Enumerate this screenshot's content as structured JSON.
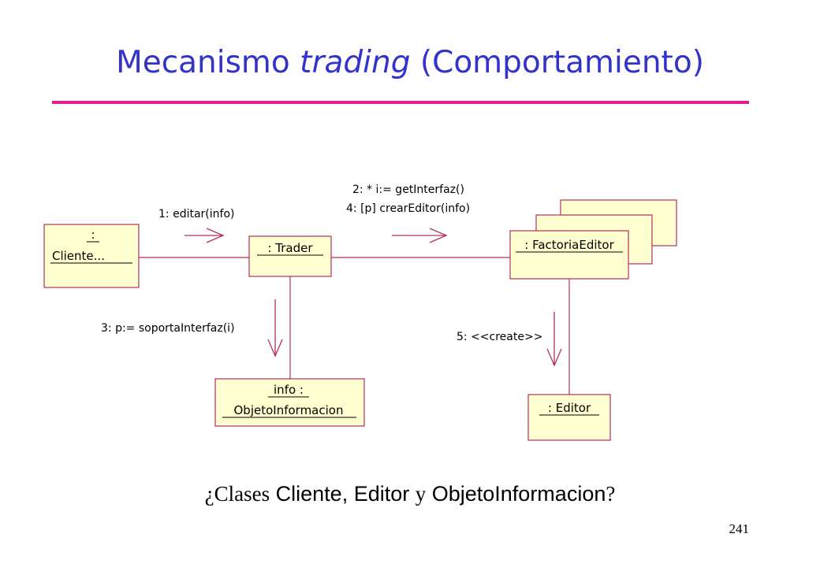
{
  "slide": {
    "title_prefix": "Mecanismo ",
    "title_emphasis": "trading",
    "title_suffix": " (Comportamiento)",
    "page_number": "241"
  },
  "objects": {
    "cliente": {
      "line1": ":",
      "line2": "Cliente..."
    },
    "trader": {
      "label": ": Trader"
    },
    "factoria": {
      "label": ": FactoriaEditor"
    },
    "info": {
      "line1": "info :",
      "line2": "ObjetoInformacion"
    },
    "editor": {
      "label": ": Editor"
    }
  },
  "messages": {
    "m1": "1: editar(info)",
    "m2": "2: * i:= getInterfaz()",
    "m4": "4: [p] crearEditor(info)",
    "m3": "3: p:= soportaInterfaz(i)",
    "m5": "5: <<create>>"
  },
  "caption": {
    "open_q": "¿",
    "w1": "Clases",
    "w2": " Cliente, Editor ",
    "w3": "y",
    "w4": " ObjetoInformacion",
    "close_q": "?"
  },
  "colors": {
    "title": "#3333cc",
    "rule": "#e0208a",
    "box_fill": "#ffffd0",
    "box_stroke": "#b23060"
  }
}
